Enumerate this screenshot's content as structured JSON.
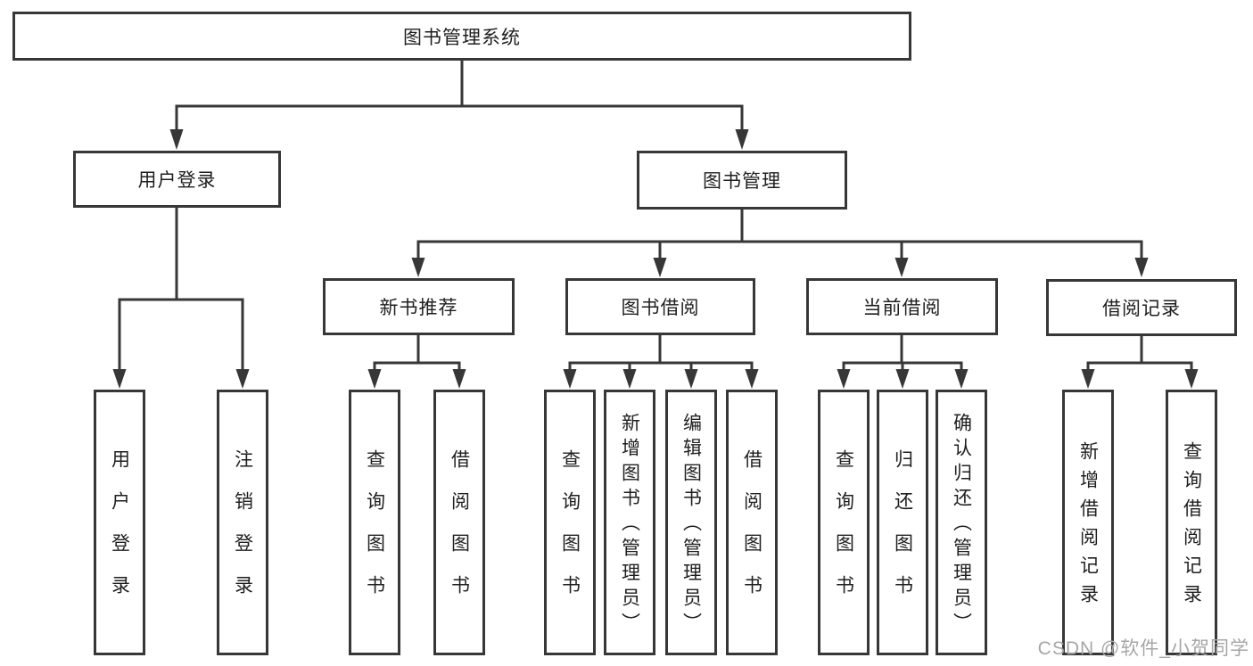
{
  "diagram": {
    "type": "hierarchy-tree",
    "root": {
      "label": "图书管理系统"
    },
    "branches": {
      "user_login": {
        "label": "用户登录",
        "children": [
          {
            "label": "用户登录"
          },
          {
            "label": "注销登录"
          }
        ]
      },
      "book_management": {
        "label": "图书管理",
        "sections": [
          {
            "label": "新书推荐",
            "children": [
              {
                "label": "查询图书"
              },
              {
                "label": "借阅图书"
              }
            ]
          },
          {
            "label": "图书借阅",
            "children": [
              {
                "label": "查询图书"
              },
              {
                "label": "新增图书（管理员）"
              },
              {
                "label": "编辑图书（管理员）"
              },
              {
                "label": "借阅图书"
              }
            ]
          },
          {
            "label": "当前借阅",
            "children": [
              {
                "label": "查询图书"
              },
              {
                "label": "归还图书"
              },
              {
                "label": "确认归还（管理员）"
              }
            ]
          },
          {
            "label": "借阅记录",
            "children": [
              {
                "label": "新增借阅记录"
              },
              {
                "label": "查询借阅记录"
              }
            ]
          }
        ]
      }
    },
    "watermark": "CSDN @软件_小贺同学",
    "colors": {
      "line": "#373737",
      "box_border": "#373737",
      "box_fill": "#ffffff",
      "text": "#1f1f1f",
      "watermark": "#a6a6a6",
      "background": "#ffffff"
    }
  }
}
